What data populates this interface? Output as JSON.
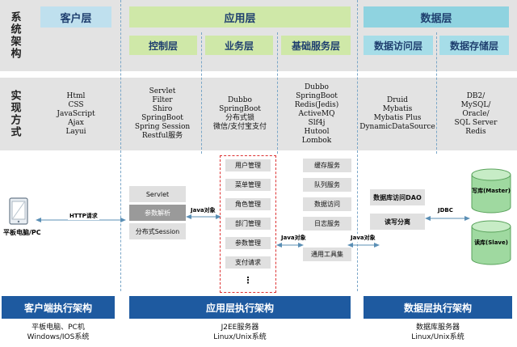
{
  "rows": {
    "system_arch": "系统架构",
    "implementation": "实现方式"
  },
  "layers": {
    "client": "客户层",
    "application": "应用层",
    "data": "数据层"
  },
  "sublayers": {
    "control": "控制层",
    "business": "业务层",
    "base_service": "基础服务层",
    "data_access": "数据访问层",
    "data_storage": "数据存储层"
  },
  "tech": {
    "client": "Html\nCSS\nJavaScript\nAjax\nLayui",
    "control": "Servlet\nFilter\nShiro\nSpringBoot\nSpring Session\nRestful服务",
    "business": "Dubbo\nSpringBoot\n分布式锁\n微信/支付宝支付",
    "base_service": "Dubbo\nSpringBoot\nRedis(Jedis)\nActiveMQ\nSlf4j\nHutool\nLombok",
    "data_access": "Druid\nMybatis\nMybatis Plus\nDynamicDataSource",
    "data_storage": "DB2/\nMySQL/\nOracle/\nSQL Server\nRedis"
  },
  "client_device": "平板电脑/PC",
  "http_label": "HTTP请求",
  "control_boxes": [
    "Servlet",
    "参数解析",
    "分布式Session"
  ],
  "business_boxes": [
    "用户管理",
    "菜单管理",
    "角色管理",
    "部门管理",
    "参数管理",
    "支付请求",
    "⋮"
  ],
  "base_boxes": [
    "缓存服务",
    "队列服务",
    "数据访问",
    "日志服务",
    "通用工具集"
  ],
  "java_obj_label": "Java对象",
  "data_access_boxes": [
    "数据库访问DAO",
    "读写分离"
  ],
  "jdbc_label": "JDBC",
  "db_master": "写库(Master)",
  "db_slave": "读库(Slave)",
  "bottom": {
    "client": {
      "title": "客户端执行架构",
      "desc": "平板电脑、PC机\nWindows/IOS系统"
    },
    "app": {
      "title": "应用层执行架构",
      "desc": "J2EE服务器\nLinux/Unix系统"
    },
    "data": {
      "title": "数据层执行架构",
      "desc": "数据库服务器\nLinux/Unix系统"
    }
  },
  "colors": {
    "bottom_header": "#1e5aa0",
    "client_header": "#bfe0ee",
    "app_header": "#cfe8a8",
    "data_header": "#8fd3e0",
    "dashed_red": "#d33"
  }
}
